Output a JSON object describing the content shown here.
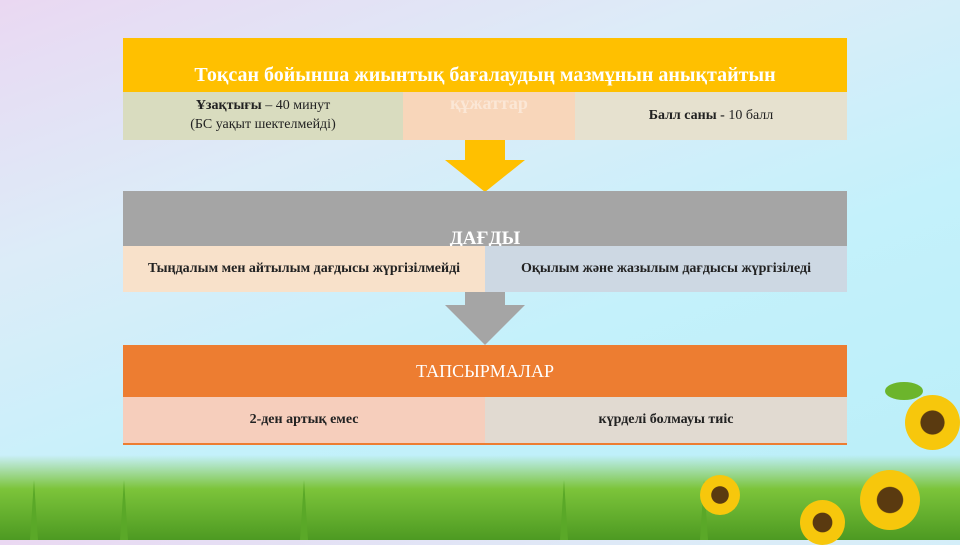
{
  "box1": {
    "title": "Тоқсан бойынша жиынтық бағалаудың мазмұнын анықтайтын",
    "subtitle": "құжаттар",
    "duration_label": "Ұзақтығы",
    "duration_value": " – 40 минут",
    "duration_note": "(БС уақыт шектелмейді)",
    "score_label": "Балл саны - ",
    "score_value": " 10 балл"
  },
  "box2": {
    "title": "ДАҒДЫ",
    "left": "Тыңдалым мен айтылым дағдысы жүргізілмейді",
    "right": "Оқылым және жазылым дағдысы жүргізіледі"
  },
  "box3": {
    "title": "ТАПСЫРМАЛАР",
    "left": "2-ден артық емес",
    "right": "күрделі болмауы тиіс"
  },
  "colors": {
    "yellow": "#FFC000",
    "gray": "#A5A5A5",
    "orange": "#ED7D31"
  }
}
